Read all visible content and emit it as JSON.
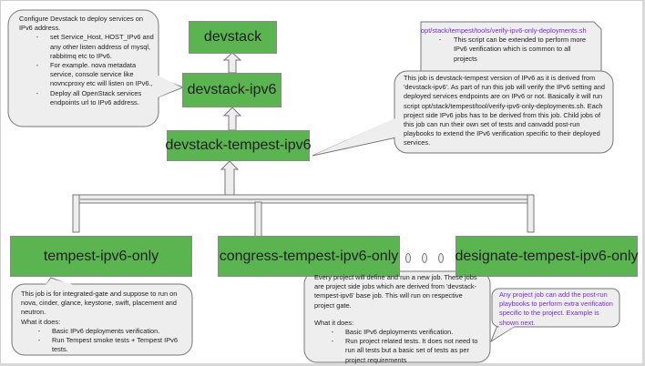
{
  "jobs": {
    "devstack": "devstack",
    "devstack_ipv6": "devstack-ipv6",
    "devstack_tempest_ipv6": "devstack-tempest-ipv6",
    "tempest_ipv6_only": "tempest-ipv6-only",
    "congress_tempest_ipv6_only": "congress-tempest-ipv6-only",
    "designate_tempest_ipv6_only": "designate-tempest-ipv6-only"
  },
  "colors": {
    "job_fill": "#5ab550",
    "note_fill": "#eeeeee",
    "link_text": "#7a2bd9"
  },
  "notes": {
    "devstack_ipv6": {
      "intro": "Configure Devstack to deploy services on IPv6 address.",
      "items": [
        "set Service_Host, HOST_IPv6 and any other listen address of mysql, rabbitmq etc to IPv6.",
        "For example. nova metadata service, console service like novncproxy etc will listen on IPv6.,",
        "Deploy all OpenStack services endpoints url to IPv6 address."
      ]
    },
    "script": {
      "path": "opt/stack/tempest/tools/verify-ipv6-only-deployments.sh",
      "items": [
        "This script can be extended to perform more IPv6 verification which is common to all projects"
      ]
    },
    "devstack_tempest_ipv6": {
      "text": "This job is devstack-tempest version of IPv6 as it is derived from 'devstack-ipv6'. As part of run this job will verify the IPv6 setting and deployed services endpoints are on IPv6 or not. Basically it will run script opt/stack/tempest/tool/verify-ipv6-only-deployments.sh. Each project side IPv6 jobs has to be derived from this job. Child jobs of this job can run their own set of tests and canvadd post-run playbooks to extend the IPv6 verification specific to their deployed services."
    },
    "tempest_ipv6_only": {
      "intro": "This job is for integrated-gate and suppose to run on nova, cinder, glance, keystone, swift, placement and neutron.",
      "what": "What it does:",
      "items": [
        "Basic IPv6 deployments verification.",
        "Run Tempest smoke tests + Tempest IPv6 tests."
      ]
    },
    "project_jobs": {
      "intro": "Every project will define and run a new job. These jobs are project side jobs which are derived from 'devstack-tempest-ipv6' base job. This will run on respective project gate.",
      "what": "What it does:",
      "items": [
        "Basic IPv6 deployments verification.",
        "Run project related tests. It does not need to run all tests but a basic set of tests as per project requirements"
      ]
    },
    "post_run": {
      "text": "Any project job can add the post-run playbooks to perform extra verification specific to the project. Example is shown next."
    }
  },
  "list_bullet": "-"
}
